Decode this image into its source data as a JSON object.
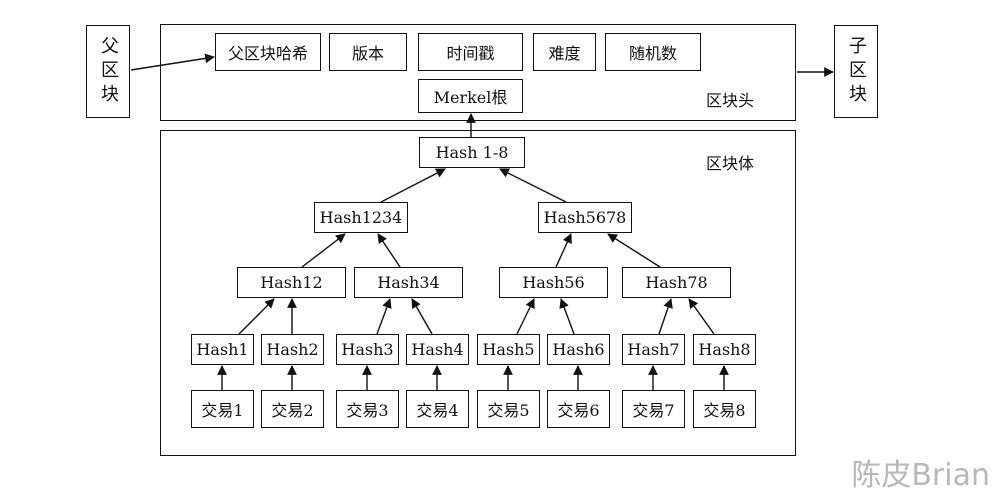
{
  "parent_block": "父区块",
  "child_block": "子区块",
  "header": {
    "title": "区块头",
    "fields": [
      "父区块哈希",
      "版本",
      "时间戳",
      "难度",
      "随机数"
    ],
    "merkel_root": "Merkel根"
  },
  "body": {
    "title": "区块体",
    "root": "Hash 1-8",
    "level2": [
      "Hash1234",
      "Hash5678"
    ],
    "level3": [
      "Hash12",
      "Hash34",
      "Hash56",
      "Hash78"
    ],
    "leaves": [
      "Hash1",
      "Hash2",
      "Hash3",
      "Hash4",
      "Hash5",
      "Hash6",
      "Hash7",
      "Hash8"
    ],
    "transactions": [
      "交易1",
      "交易2",
      "交易3",
      "交易4",
      "交易5",
      "交易6",
      "交易7",
      "交易8"
    ]
  },
  "watermark": "陈皮Brian"
}
